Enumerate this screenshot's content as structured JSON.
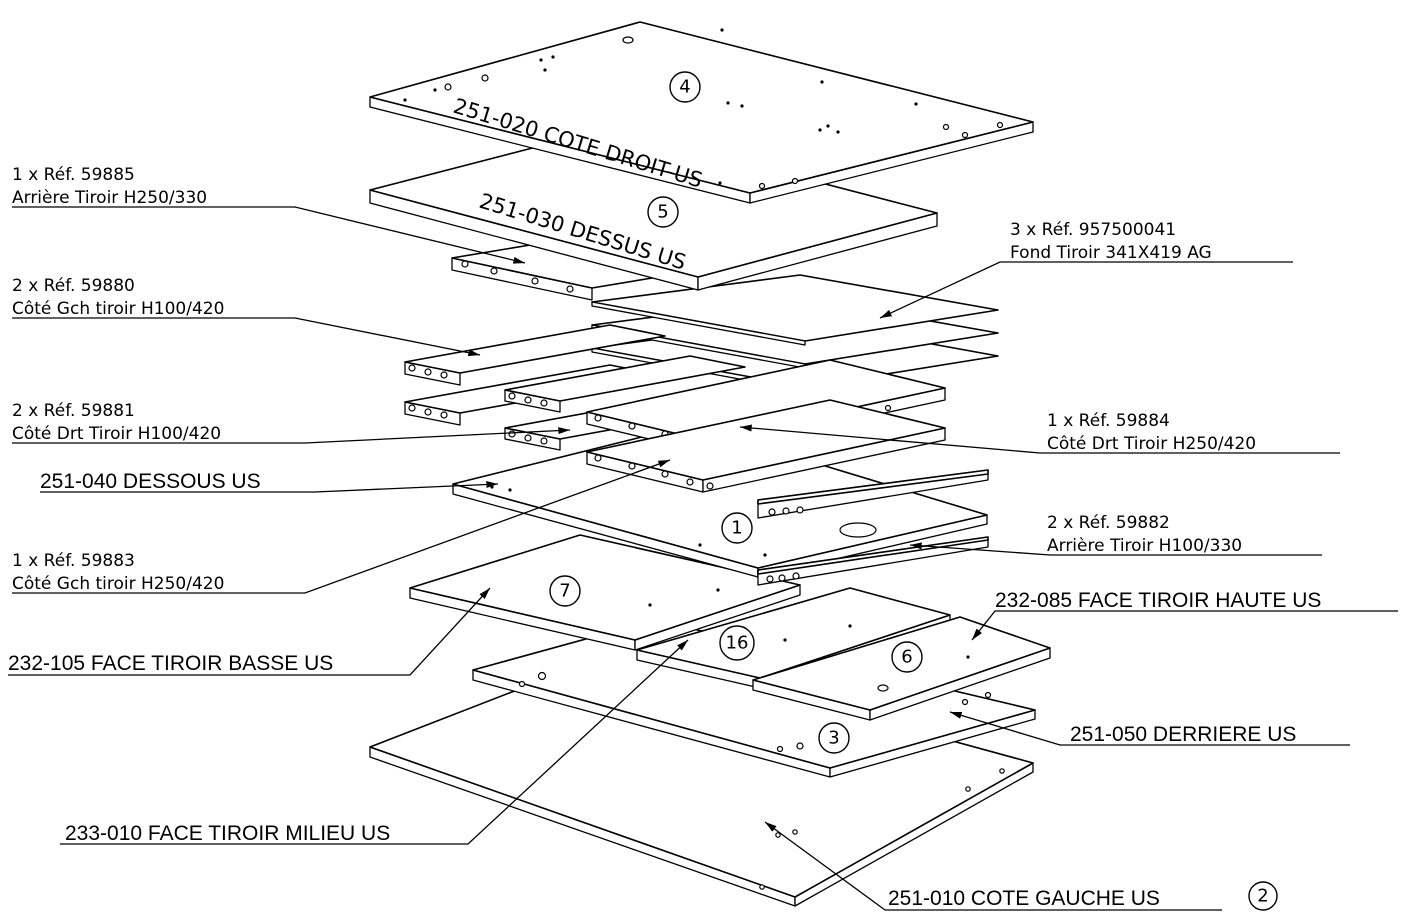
{
  "parts": {
    "cote_droit": "251-020 COTE DROIT-US",
    "dessus": "251-030 DESSUS US",
    "dessous": "251-040 DESSOUS US",
    "face_basse": "232-105 FACE TIROIR BASSE US",
    "face_haute": "232-085 FACE TIROIR HAUTE US",
    "derriere": "251-050 DERRIERE US",
    "face_milieu": "233-010 FACE TIROIR MILIEU US",
    "cote_gauche": "251-010 COTE GAUCHE US"
  },
  "refs": {
    "r59885": {
      "line1": "1 x Réf. 59885",
      "line2": "Arrière Tiroir H250/330"
    },
    "r59880": {
      "line1": "2 x Réf. 59880",
      "line2": "Côté Gch tiroir H100/420"
    },
    "r59881": {
      "line1": "2 x Réf. 59881",
      "line2": "Côté Drt Tiroir H100/420"
    },
    "r59883": {
      "line1": "1 x Réf. 59883",
      "line2": "Côté Gch tiroir H250/420"
    },
    "r957500041": {
      "line1": "3 x Réf. 957500041",
      "line2": "Fond Tiroir 341X419 AG"
    },
    "r59884": {
      "line1": "1 x Réf. 59884",
      "line2": "Côté Drt Tiroir H250/420"
    },
    "r59882": {
      "line1": "2 x Réf. 59882",
      "line2": "Arrière Tiroir H100/330"
    }
  },
  "balloons": {
    "b4": "4",
    "b5": "5",
    "b1": "1",
    "b7": "7",
    "b16": "16",
    "b6": "6",
    "b3": "3",
    "b2": "2"
  }
}
